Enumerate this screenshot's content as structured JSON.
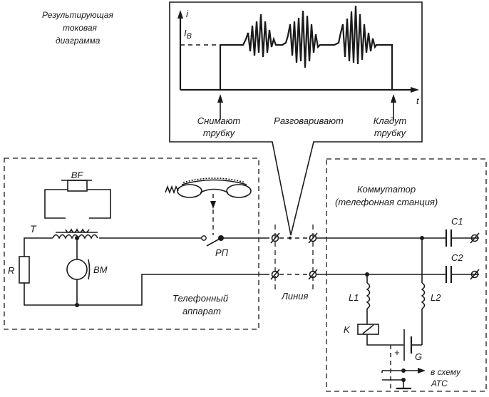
{
  "diagram": {
    "caption_current_diagram": [
      "Результирующая",
      "токовая",
      "диаграмма"
    ],
    "current_chart": {
      "y_axis_label": "i",
      "x_axis_label": "t",
      "level_label": "I",
      "level_subscript": "B",
      "events": {
        "pick_up": [
          "Снимают",
          "трубку"
        ],
        "talking": "Разговаривают",
        "hang_up": [
          "Кладут",
          "трубку"
        ]
      }
    },
    "telephone_set": {
      "title": [
        "Телефонный",
        "аппарат"
      ],
      "components": {
        "earphone": "BF",
        "transformer": "T",
        "microphone": "BM",
        "resistor": "R",
        "hook_switch": "РП"
      }
    },
    "line": {
      "label": "Линия"
    },
    "exchange": {
      "title": [
        "Коммутатор",
        "(телефонная станция)"
      ],
      "components": {
        "capacitor_1": "C1",
        "capacitor_2": "C2",
        "inductor_1": "L1",
        "inductor_2": "L2",
        "relay": "K",
        "battery": "G",
        "battery_polarity": "+",
        "output": [
          "в схему",
          "АТС"
        ]
      }
    }
  }
}
